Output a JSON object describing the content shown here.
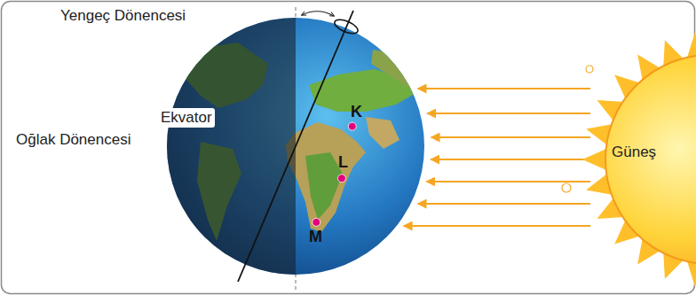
{
  "diagram": {
    "nodes": [
      {
        "text": [
          "Güneş"
        ]
      }
    ],
    "labels": [
      "Yengeç Dönencesi",
      "Ekvator",
      "Oğlak Dönencesi",
      "K",
      "L",
      "M"
    ]
  }
}
